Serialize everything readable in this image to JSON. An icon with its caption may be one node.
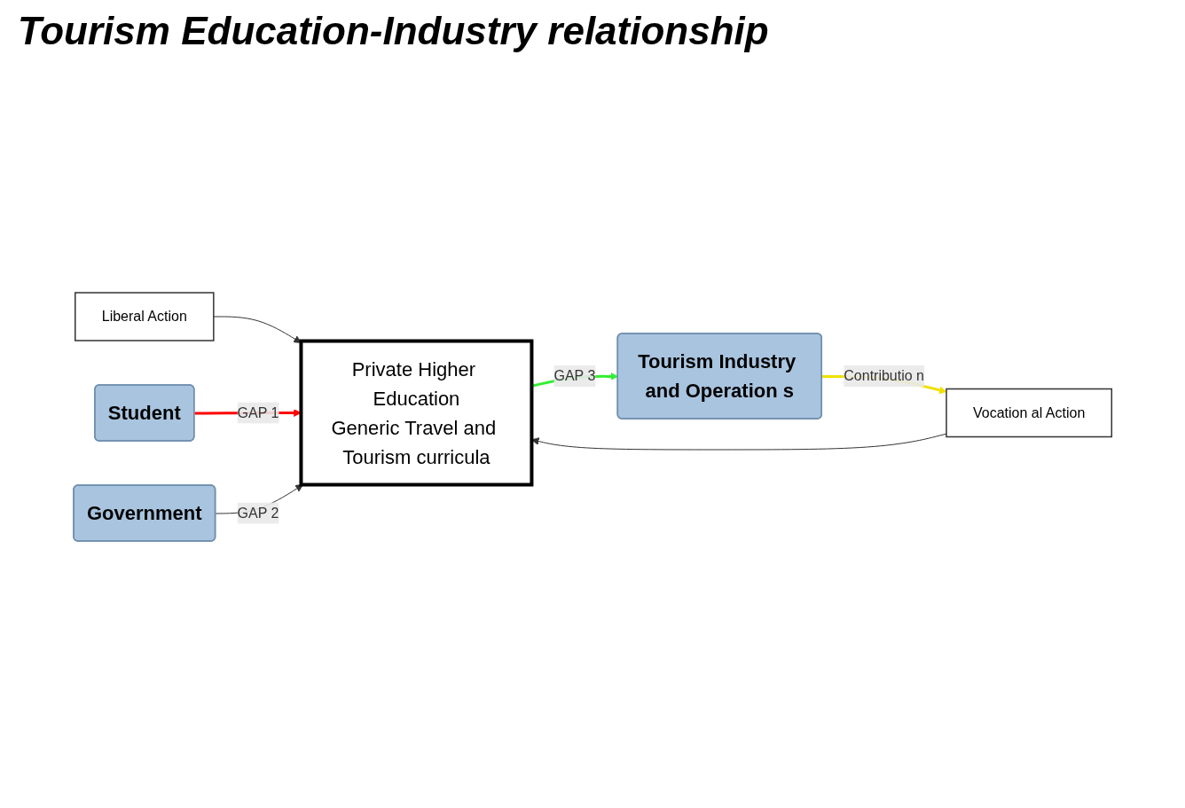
{
  "diagram": {
    "title": "Tourism Education-Industry relationship",
    "nodes": [
      {
        "text": [
          "Liberal Action"
        ]
      },
      {
        "text": [
          "Vocation al Action"
        ]
      },
      {
        "text": [
          "Private Higher Education",
          "Generic Travel and Tourism curricula"
        ]
      },
      {
        "text": [
          "Student"
        ]
      },
      {
        "text": [
          "Tourism Industry and Operation s"
        ]
      },
      {
        "text": [
          "Government"
        ]
      }
    ],
    "edges": [
      {
        "from": 0,
        "to": 2,
        "arrow": "to"
      },
      {
        "from": 1,
        "to": 2,
        "arrow": "to"
      },
      {
        "from": 3,
        "to": 2,
        "arrow": "to",
        "label": "GAP 1",
        "color": "#ff0000"
      },
      {
        "from": 5,
        "to": 2,
        "arrow": "to",
        "label": "GAP 2"
      },
      {
        "from": 2,
        "to": 4,
        "arrow": "to",
        "label": "GAP 3",
        "color": "#33ee33"
      },
      {
        "from": 4,
        "to": 1,
        "arrow": "to",
        "label": "Contributio n",
        "color": "#f0e000"
      }
    ]
  }
}
